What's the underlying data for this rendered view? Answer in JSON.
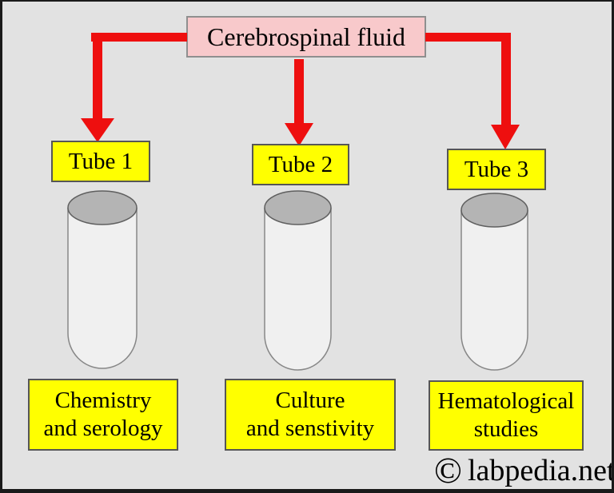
{
  "colors": {
    "background": "#e2e2e2",
    "frame_border": "#1a1a1a",
    "root_box_fill": "#f8c9cb",
    "root_box_border": "#8f8f8f",
    "label_box_fill": "#ffff00",
    "label_box_border": "#565656",
    "arrow_red": "#ee0f0f",
    "cylinder_body": "#f0f0f0",
    "cylinder_outline": "#878787",
    "cylinder_top_fill": "#b4b4b4",
    "cylinder_top_outline": "#5f5f5f",
    "text": "#000000"
  },
  "root": {
    "label": "Cerebrospinal fluid"
  },
  "tubes": [
    {
      "label": "Tube 1",
      "study_line1": "Chemistry",
      "study_line2": "and serology"
    },
    {
      "label": "Tube 2",
      "study_line1": "Culture",
      "study_line2": "and senstivity"
    },
    {
      "label": "Tube 3",
      "study_line1": "Hematological",
      "study_line2": "studies"
    }
  ],
  "footer": {
    "copyright_symbol": "©",
    "site_name": "labpedia.net"
  }
}
